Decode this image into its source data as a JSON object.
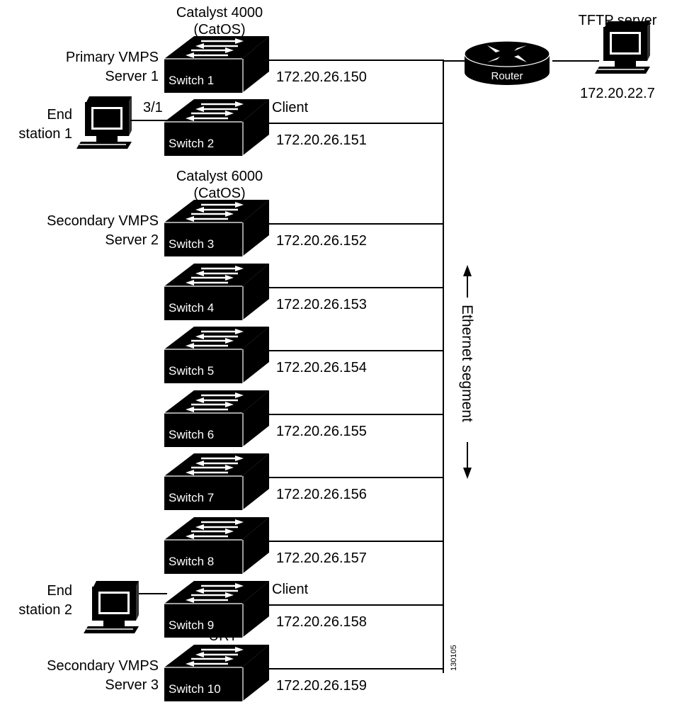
{
  "router": {
    "label": "Router"
  },
  "tftp": {
    "label": "TFTP server",
    "ip": "172.20.22.7"
  },
  "segment_label": "Ethernet segment",
  "figure_id": "130105",
  "end_stations": [
    {
      "line1": "End",
      "line2": "station 1",
      "port": "3/1"
    },
    {
      "line1": "End",
      "line2": "station 2",
      "port": ""
    }
  ],
  "switches": [
    {
      "label": "Switch 1",
      "ip": "172.20.26.150",
      "role1": "Primary VMPS",
      "role2": "Server 1",
      "top1": "Catalyst 4000",
      "top2": "(CatOS)",
      "tag": ""
    },
    {
      "label": "Switch 2",
      "ip": "172.20.26.151",
      "role1": "",
      "role2": "",
      "top1": "",
      "top2": "",
      "tag": "Client"
    },
    {
      "label": "Switch 3",
      "ip": "172.20.26.152",
      "role1": "Secondary VMPS",
      "role2": "Server 2",
      "top1": "Catalyst 6000",
      "top2": "(CatOS)",
      "tag": ""
    },
    {
      "label": "Switch 4",
      "ip": "172.20.26.153",
      "role1": "",
      "role2": "",
      "top1": "",
      "top2": "",
      "tag": ""
    },
    {
      "label": "Switch 5",
      "ip": "172.20.26.154",
      "role1": "",
      "role2": "",
      "top1": "",
      "top2": "",
      "tag": ""
    },
    {
      "label": "Switch 6",
      "ip": "172.20.26.155",
      "role1": "",
      "role2": "",
      "top1": "",
      "top2": "",
      "tag": ""
    },
    {
      "label": "Switch 7",
      "ip": "172.20.26.156",
      "role1": "",
      "role2": "",
      "top1": "",
      "top2": "",
      "tag": ""
    },
    {
      "label": "Switch 8",
      "ip": "172.20.26.157",
      "role1": "",
      "role2": "",
      "top1": "",
      "top2": "",
      "tag": ""
    },
    {
      "label": "Switch 9",
      "ip": "172.20.26.158",
      "role1": "",
      "role2": "",
      "top1": "",
      "top2": "",
      "tag": "Client"
    },
    {
      "label": "Switch 10",
      "ip": "172.20.26.159",
      "role1": "Secondary VMPS",
      "role2": "Server 3",
      "top1": "",
      "top2": "",
      "tag": "URT"
    }
  ]
}
